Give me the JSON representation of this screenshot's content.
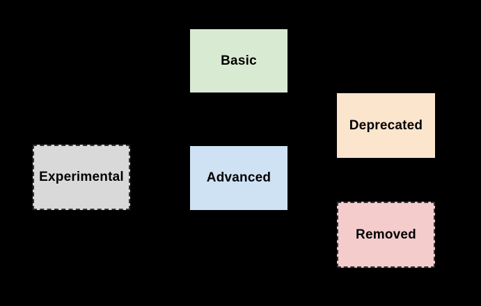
{
  "canvas": {
    "background_color": "#000000",
    "text_color": "#000000"
  },
  "diagram": {
    "nodes": [
      {
        "id": "basic",
        "label": "Basic",
        "fill": "#d9ead3",
        "border": "none"
      },
      {
        "id": "deprecated",
        "label": "Deprecated",
        "fill": "#fce5cd",
        "border": "none"
      },
      {
        "id": "experimental",
        "label": "Experimental",
        "fill": "#d9d9d9",
        "border": "#333333",
        "border_style": "dashed"
      },
      {
        "id": "advanced",
        "label": "Advanced",
        "fill": "#cfe2f3",
        "border": "none"
      },
      {
        "id": "removed",
        "label": "Removed",
        "fill": "#f4cccc",
        "border": "#333333",
        "border_style": "dashed"
      }
    ]
  }
}
